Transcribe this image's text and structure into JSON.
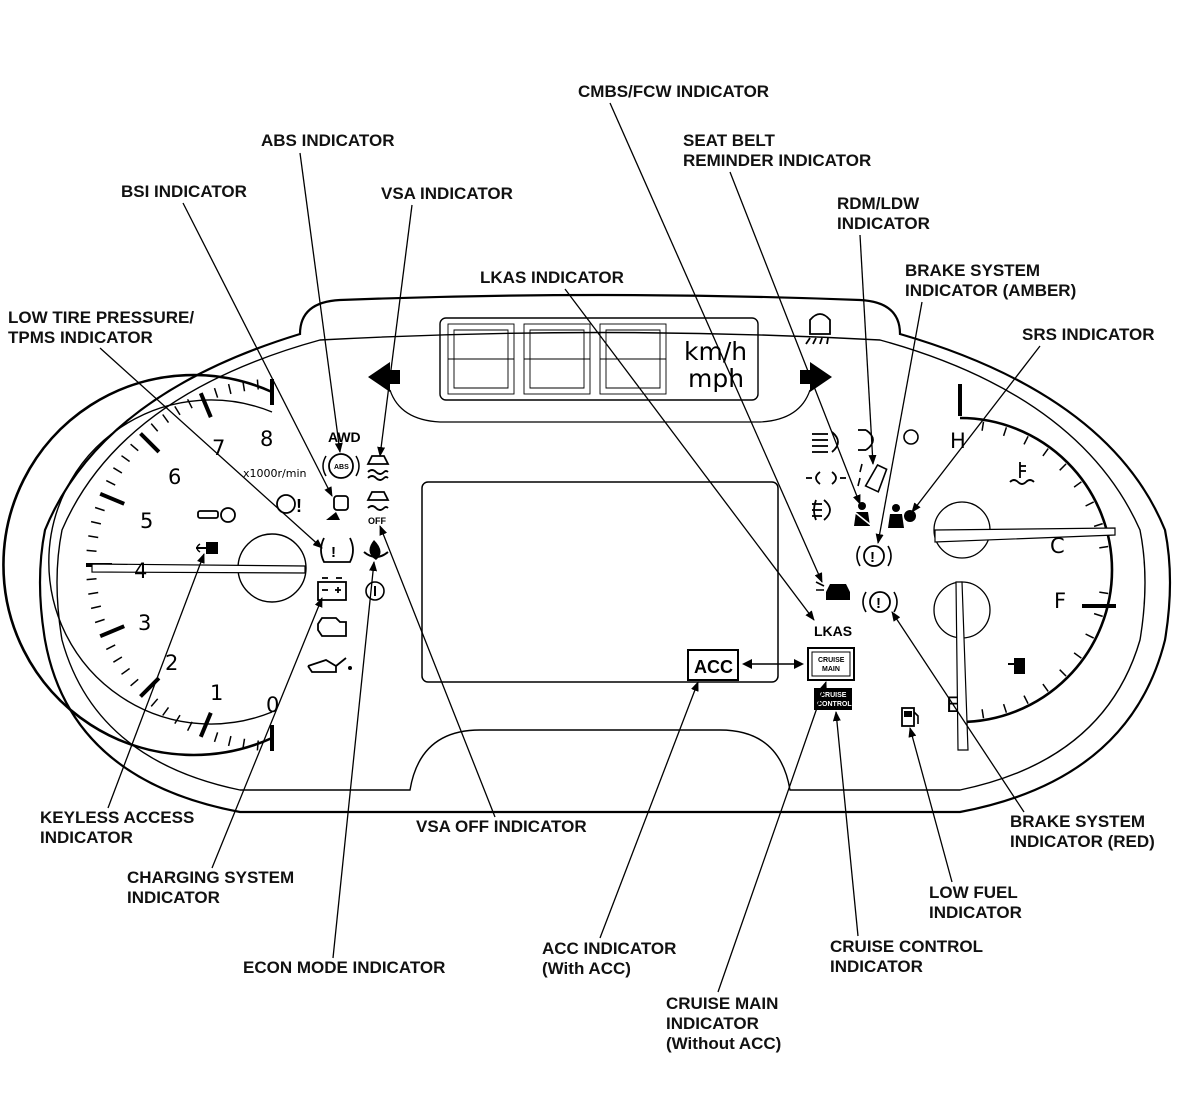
{
  "callouts": {
    "abs": "ABS INDICATOR",
    "bsi": "BSI INDICATOR",
    "vsa": "VSA INDICATOR",
    "lkas": "LKAS INDICATOR",
    "cmbs_fcw": "CMBS/FCW INDICATOR",
    "seat_belt_1": "SEAT BELT",
    "seat_belt_2": "REMINDER INDICATOR",
    "rdm_ldw_1": "RDM/LDW",
    "rdm_ldw_2": "INDICATOR",
    "brake_amber_1": "BRAKE SYSTEM",
    "brake_amber_2": "INDICATOR (AMBER)",
    "srs": "SRS INDICATOR",
    "tpms_1": "LOW TIRE PRESSURE/",
    "tpms_2": "TPMS INDICATOR",
    "keyless_1": "KEYLESS ACCESS",
    "keyless_2": "INDICATOR",
    "charging_1": "CHARGING SYSTEM",
    "charging_2": "INDICATOR",
    "econ": "ECON MODE INDICATOR",
    "vsa_off": "VSA OFF INDICATOR",
    "acc_1": "ACC INDICATOR",
    "acc_2": "(With ACC)",
    "cruise_main_1": "CRUISE MAIN",
    "cruise_main_2": "INDICATOR",
    "cruise_main_3": "(Without ACC)",
    "cruise_control_1": "CRUISE CONTROL",
    "cruise_control_2": "INDICATOR",
    "low_fuel_1": "LOW FUEL",
    "low_fuel_2": "INDICATOR",
    "brake_red_1": "BRAKE SYSTEM",
    "brake_red_2": "INDICATOR (RED)"
  },
  "cluster": {
    "tach_numbers": [
      "1",
      "2",
      "3",
      "4",
      "5",
      "6",
      "7",
      "8"
    ],
    "tach_zero": "0",
    "tach_unit": "x1000r/min",
    "speed_unit_kmh": "km/h",
    "speed_unit_mph": "mph",
    "awd": "AWD",
    "lkas": "LKAS",
    "acc": "ACC",
    "abs_badge": "ABS",
    "vsa_off_badge": "OFF",
    "cruise_main_line1": "CRUISE",
    "cruise_main_line2": "MAIN",
    "cruise_control_line1": "CRUISE",
    "cruise_control_line2": "CONTROL",
    "temp_hot": "H",
    "temp_cold": "C",
    "fuel_full": "F",
    "fuel_empty": "E"
  }
}
